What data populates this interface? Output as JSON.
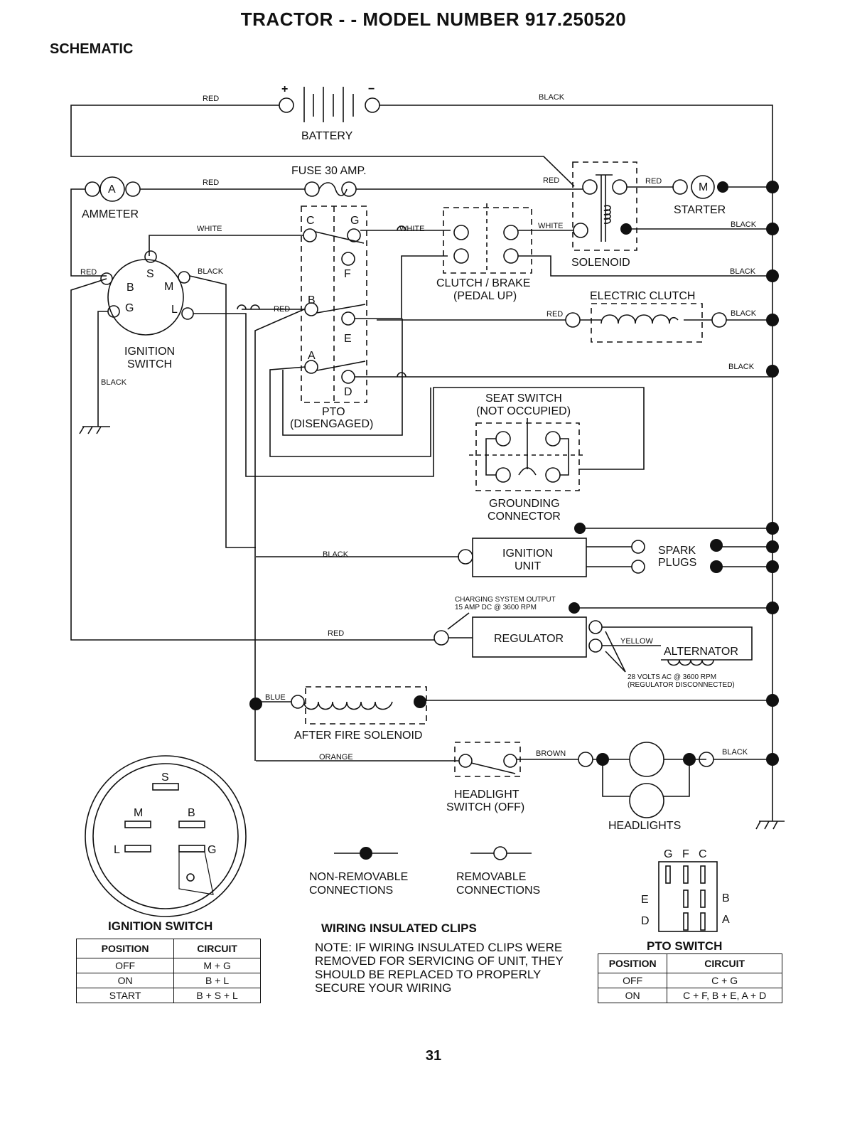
{
  "header": {
    "title": "TRACTOR - - MODEL NUMBER 917.250520",
    "subtitle": "SCHEMATIC"
  },
  "components": {
    "battery": "BATTERY",
    "battery_plus": "+",
    "battery_minus": "−",
    "fuse": "FUSE 30 AMP.",
    "ammeter": "AMMETER",
    "ammeter_symbol": "A",
    "starter": "STARTER",
    "starter_symbol": "M",
    "solenoid": "SOLENOID",
    "clutch_brake_1": "CLUTCH / BRAKE",
    "clutch_brake_2": "(PEDAL UP)",
    "electric_clutch": "ELECTRIC CLUTCH",
    "ignition_switch_1": "IGNITION",
    "ignition_switch_2": "SWITCH",
    "pto_1": "PTO",
    "pto_2": "(DISENGAGED)",
    "seat_switch_1": "SEAT SWITCH",
    "seat_switch_2": "(NOT OCCUPIED)",
    "grounding_1": "GROUNDING",
    "grounding_2": "CONNECTOR",
    "ignition_unit_1": "IGNITION",
    "ignition_unit_2": "UNIT",
    "spark_plugs_1": "SPARK",
    "spark_plugs_2": "PLUGS",
    "charging_1": "CHARGING SYSTEM OUTPUT",
    "charging_2": "15 AMP DC @ 3600 RPM",
    "regulator": "REGULATOR",
    "alternator": "ALTERNATOR",
    "alt_volts_1": "28 VOLTS AC @ 3600 RPM",
    "alt_volts_2": "(REGULATOR DISCONNECTED)",
    "after_fire": "AFTER FIRE SOLENOID",
    "headlight_switch_1": "HEADLIGHT",
    "headlight_switch_2": "SWITCH (OFF)",
    "headlights": "HEADLIGHTS"
  },
  "wires": {
    "red": "RED",
    "black": "BLACK",
    "white": "WHITE",
    "yellow": "YELLOW",
    "blue": "BLUE",
    "orange": "ORANGE",
    "brown": "BROWN"
  },
  "terminals": {
    "ign_s": "S",
    "ign_b": "B",
    "ign_m": "M",
    "ign_g": "G",
    "ign_l": "L",
    "pto_c": "C",
    "pto_g": "G",
    "pto_f": "F",
    "pto_b": "B",
    "pto_e": "E",
    "pto_a": "A",
    "pto_d": "D"
  },
  "legend": {
    "non_removable_1": "NON-REMOVABLE",
    "non_removable_2": "CONNECTIONS",
    "removable_1": "REMOVABLE",
    "removable_2": "CONNECTIONS"
  },
  "ignition_switch_table": {
    "title": "IGNITION SWITCH",
    "headers": [
      "POSITION",
      "CIRCUIT"
    ],
    "rows": [
      [
        "OFF",
        "M + G"
      ],
      [
        "ON",
        "B + L"
      ],
      [
        "START",
        "B + S + L"
      ]
    ]
  },
  "pto_switch_table": {
    "title": "PTO SWITCH",
    "headers": [
      "POSITION",
      "CIRCUIT"
    ],
    "rows": [
      [
        "OFF",
        "C + G"
      ],
      [
        "ON",
        "C + F, B + E, A + D"
      ]
    ]
  },
  "wiring_clips": {
    "title": "WIRING INSULATED CLIPS",
    "note": "NOTE: IF WIRING INSULATED CLIPS WERE REMOVED FOR SERVICING OF UNIT, THEY SHOULD BE REPLACED TO PROPERLY SECURE YOUR WIRING"
  },
  "page_number": "31"
}
